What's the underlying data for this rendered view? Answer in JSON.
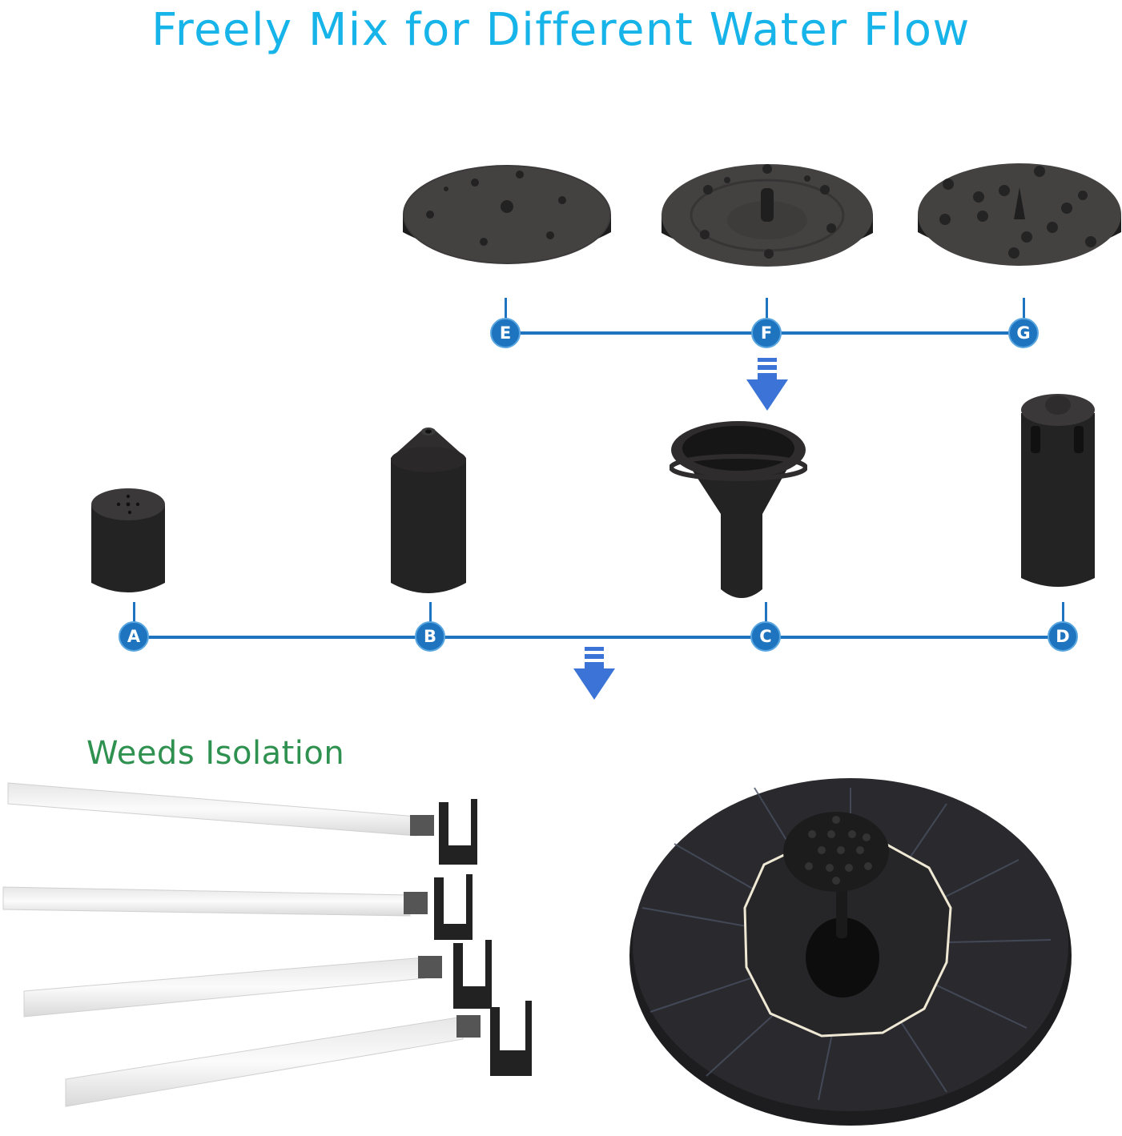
{
  "header": {
    "title": "Freely Mix for Different Water Flow"
  },
  "colors": {
    "title": "#17b4ea",
    "connector_line": "#1e74bf",
    "badge_fill": "#1e74bf",
    "arrow": "#3b74d6",
    "weeds_label": "#2e9150",
    "nozzle_body": "#2b2b2b"
  },
  "top_row": {
    "nozzles": [
      {
        "label": "E",
        "description": "round base nozzle with 8 outer holes and center spout"
      },
      {
        "label": "F",
        "description": "round base nozzle with ring of 8 holes and tall center spout"
      },
      {
        "label": "G",
        "description": "round base nozzle with 12 holes and center cone"
      }
    ],
    "arrow_icon": "double-bar-down-arrow"
  },
  "middle_row": {
    "nozzles": [
      {
        "label": "A",
        "description": "short cylinder cap with 5 holes"
      },
      {
        "label": "B",
        "description": "tall cylinder with cone tip"
      },
      {
        "label": "C",
        "description": "funnel nozzle"
      },
      {
        "label": "D",
        "description": "tall crown tip nozzle"
      }
    ],
    "arrow_icon": "double-bar-down-arrow"
  },
  "bottom": {
    "weeds_label": "Weeds Isolation",
    "stake_count": 4,
    "product": "solar fountain panel with nozzle"
  }
}
